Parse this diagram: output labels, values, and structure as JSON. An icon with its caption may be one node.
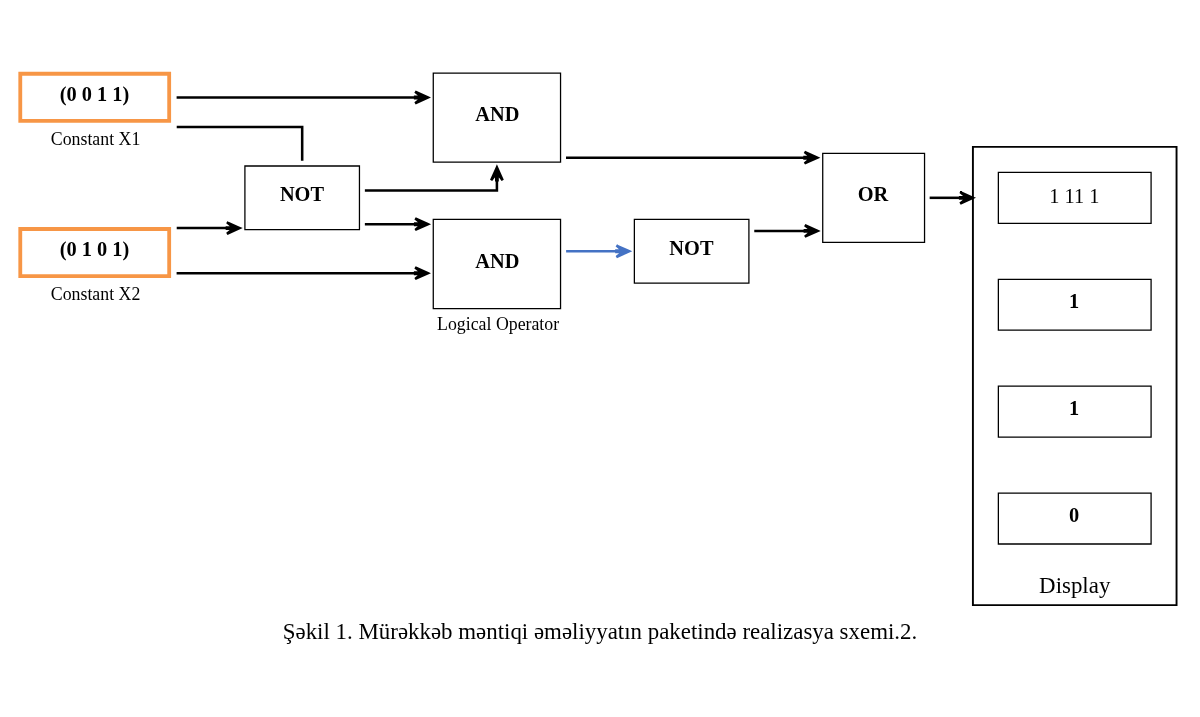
{
  "diagram": {
    "caption": "Şəkil 1. Mürəkkəb məntiqi əməliyyatın paketində realizasya sxemi.2.",
    "nodes": [
      {
        "text": [
          "(0 0 1 1)"
        ],
        "beside": [
          "Constant X1"
        ]
      },
      {
        "text": [
          "(0 1 0 1)"
        ],
        "beside": [
          "Constant X2"
        ]
      },
      {
        "text": [
          "NOT"
        ]
      },
      {
        "text": [
          "AND"
        ]
      },
      {
        "text": [
          "AND"
        ],
        "beside": [
          "Logical Operator"
        ]
      },
      {
        "text": [
          "NOT"
        ]
      },
      {
        "text": [
          "OR"
        ]
      },
      {
        "text": [],
        "shape": "box",
        "beside": [
          "Display"
        ]
      },
      {
        "text": [
          "1 11 1"
        ],
        "in": 7
      },
      {
        "text": [
          "1"
        ],
        "in": 7
      },
      {
        "text": [
          "1"
        ],
        "in": 7
      },
      {
        "text": [
          "0"
        ],
        "in": 7
      }
    ],
    "edges": [
      {
        "from": 0,
        "to": 3,
        "arrow": "to"
      },
      {
        "from": 0,
        "to": 2,
        "arrow": "none"
      },
      {
        "from": 2,
        "to": 3,
        "arrow": "to"
      },
      {
        "from": 1,
        "to": 2,
        "arrow": "to"
      },
      {
        "from": 1,
        "to": 4,
        "arrow": "to"
      },
      {
        "from": 2,
        "to": 4,
        "arrow": "to"
      },
      {
        "from": 3,
        "to": 6,
        "arrow": "to"
      },
      {
        "from": 4,
        "to": 5,
        "arrow": "to",
        "color": "#4472c4"
      },
      {
        "from": 5,
        "to": 6,
        "arrow": "to"
      },
      {
        "from": 6,
        "to": 7,
        "arrow": "to"
      }
    ]
  }
}
